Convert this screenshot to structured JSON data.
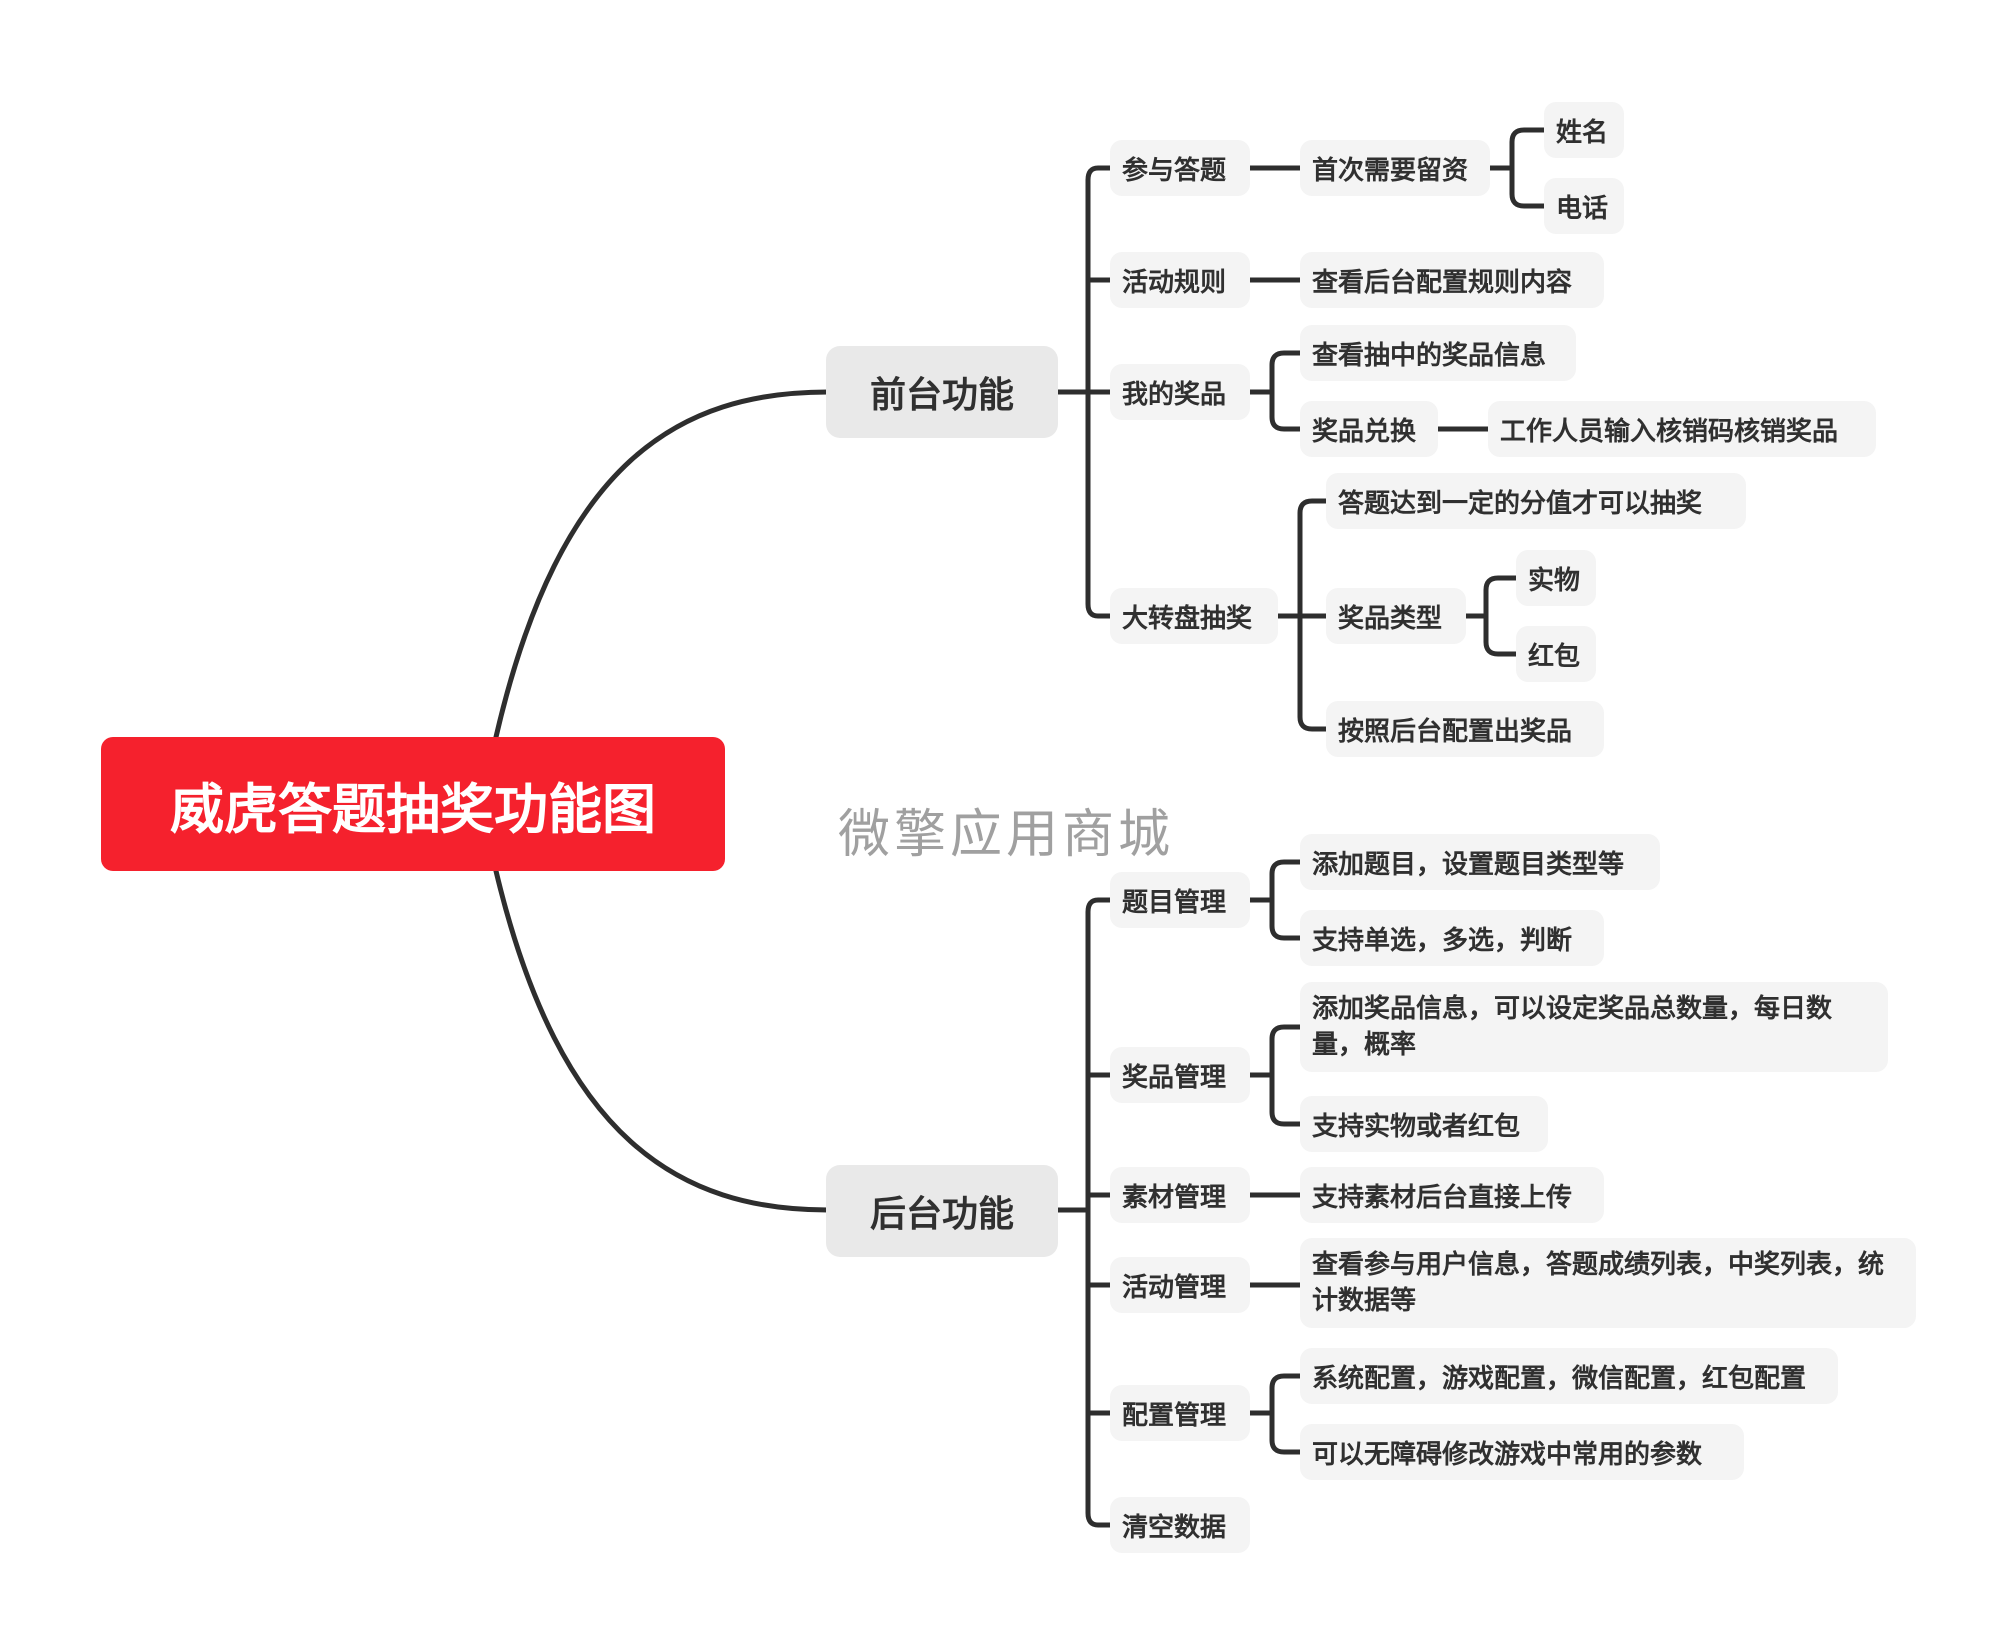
{
  "title": "威虎答题抽奖功能图",
  "watermark": "微擎应用商城",
  "colors": {
    "root_fill": "#f5212d",
    "line": "#2e2e2e",
    "node_fill": "#f4f4f4"
  },
  "front": {
    "label": "前台功能",
    "items": {
      "participate": {
        "label": "参与答题",
        "first_time": "首次需要留资",
        "name": "姓名",
        "phone": "电话"
      },
      "rules": {
        "label": "活动规则",
        "view": "查看后台配置规则内容"
      },
      "my_prizes": {
        "label": "我的奖品",
        "view": "查看抽中的奖品信息",
        "redeem": "奖品兑换",
        "redeem_detail": "工作人员输入核销码核销奖品"
      },
      "wheel": {
        "label": "大转盘抽奖",
        "score": "答题达到一定的分值才可以抽奖",
        "types": "奖品类型",
        "physical": "实物",
        "red_packet": "红包",
        "by_config": "按照后台配置出奖品"
      }
    }
  },
  "back": {
    "label": "后台功能",
    "items": {
      "questions": {
        "label": "题目管理",
        "add": "添加题目，设置题目类型等",
        "support": "支持单选，多选，判断"
      },
      "prizes": {
        "label": "奖品管理",
        "add": "添加奖品信息，可以设定奖品总数量，每日数量，概率",
        "support": "支持实物或者红包"
      },
      "materials": {
        "label": "素材管理",
        "upload": "支持素材后台直接上传"
      },
      "activity": {
        "label": "活动管理",
        "view": "查看参与用户信息，答题成绩列表，中奖列表，统计数据等"
      },
      "config": {
        "label": "配置管理",
        "system": "系统配置，游戏配置，微信配置，红包配置",
        "params": "可以无障碍修改游戏中常用的参数"
      },
      "clear": {
        "label": "清空数据"
      }
    }
  }
}
